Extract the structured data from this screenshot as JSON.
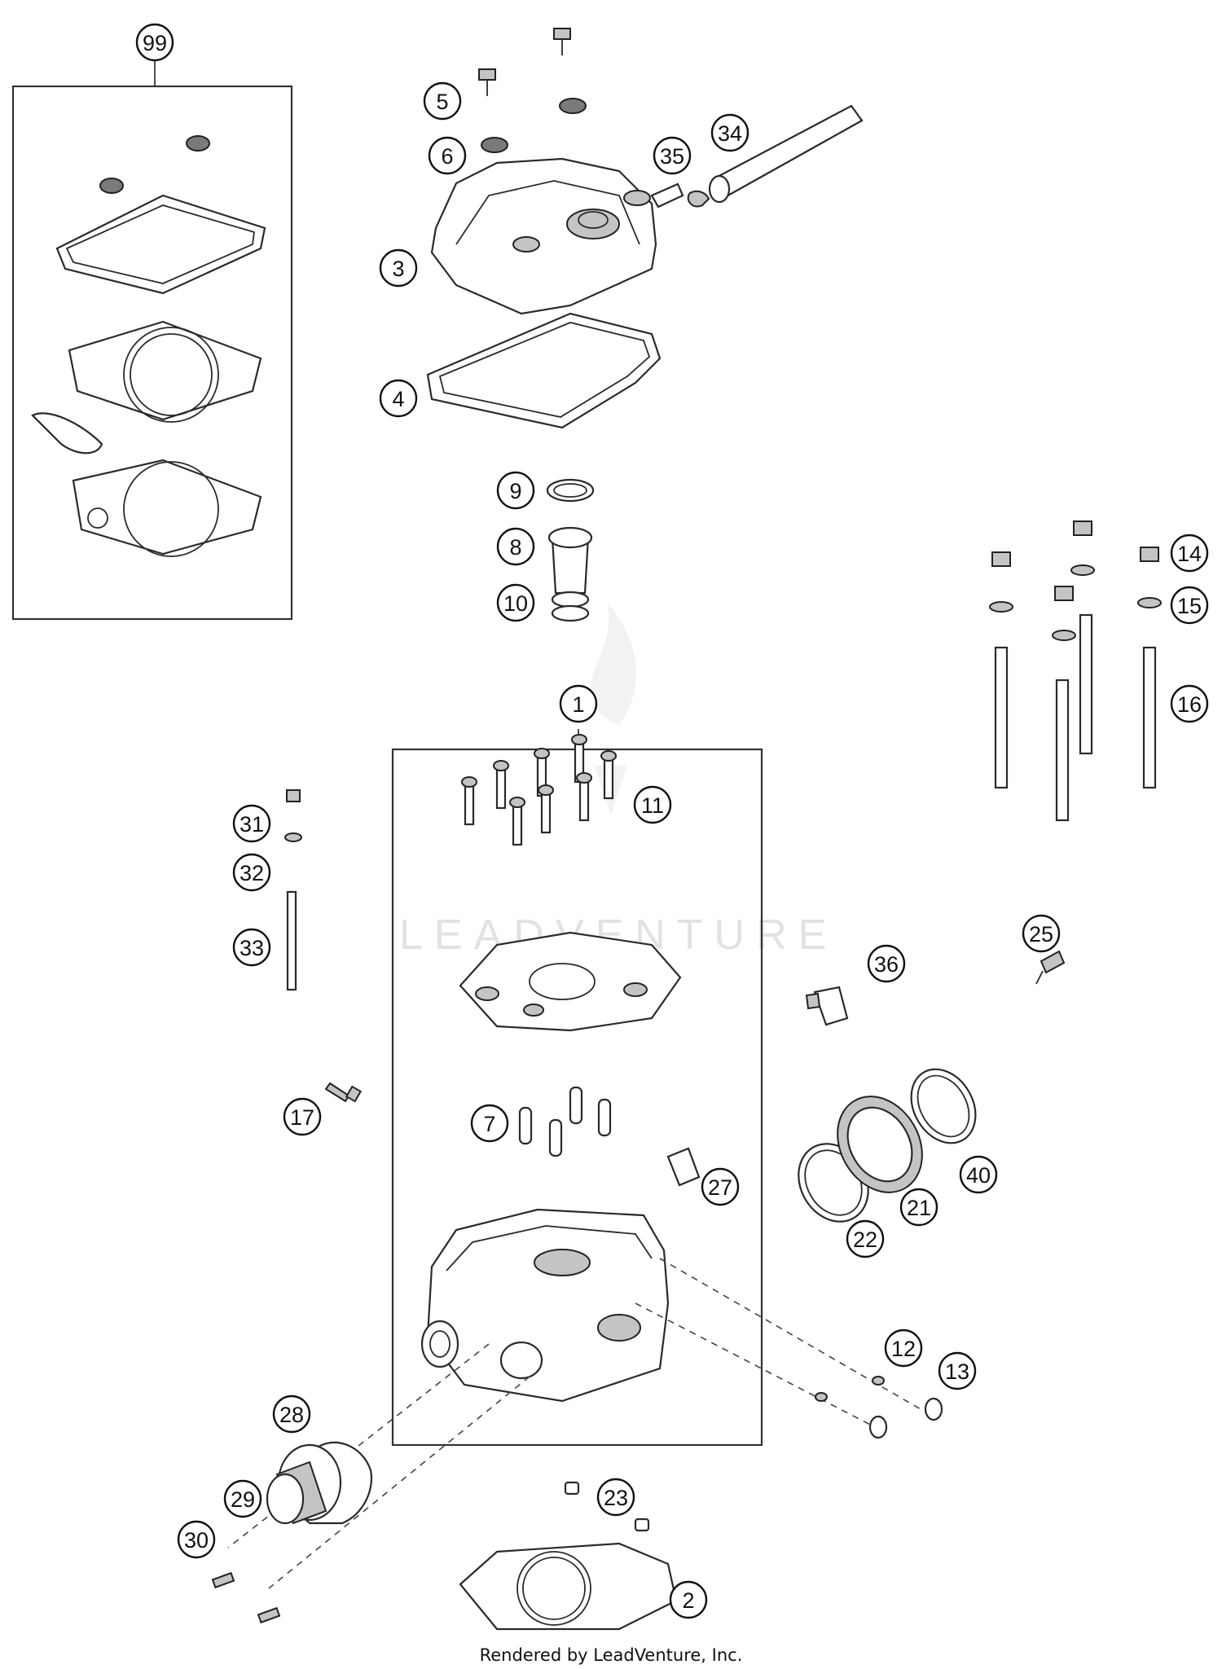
{
  "watermark": "LEADVENTURE",
  "footer": "Rendered by LeadVenture, Inc.",
  "callouts": [
    "99",
    "5",
    "6",
    "34",
    "35",
    "3",
    "4",
    "9",
    "8",
    "10",
    "14",
    "15",
    "16",
    "1",
    "11",
    "31",
    "32",
    "33",
    "25",
    "36",
    "17",
    "7",
    "27",
    "40",
    "21",
    "22",
    "12",
    "13",
    "28",
    "29",
    "30",
    "23",
    "2"
  ]
}
